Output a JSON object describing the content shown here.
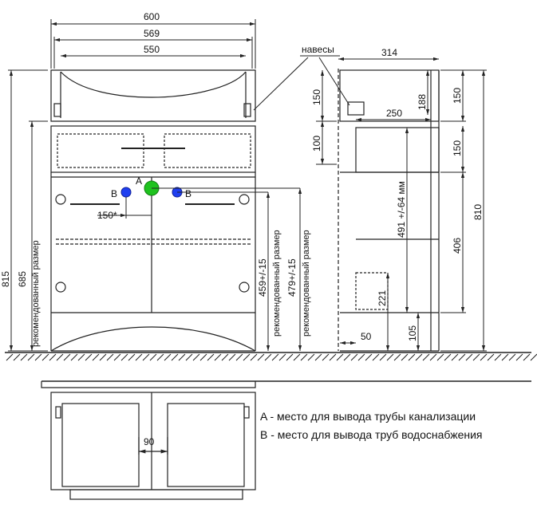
{
  "dimensions": {
    "total_width": "600",
    "inner_width": "569",
    "basin_width": "550",
    "side_depth": "314",
    "side_250": "250",
    "side_188": "188",
    "side_150_top": "150",
    "side_150_mid": "150",
    "side_810": "810",
    "side_406": "406",
    "side_221": "221",
    "side_105": "105",
    "side_50": "50",
    "hole_range": "491 +/-64 мм",
    "hinge_150": "150",
    "hinge_100": "100",
    "front_815": "815",
    "front_685": "685",
    "pipe_offset": "150*",
    "h_459": "459+/-15",
    "h_479": "479+/-15",
    "plan_90": "90"
  },
  "labels": {
    "hinges": "навесы",
    "recommended": "рекомендованный размер",
    "point_a": "A",
    "point_b_left": "B",
    "point_b_right": "B"
  },
  "legend": {
    "a": "A - место для вывода трубы канализации",
    "b": "B - место для вывода труб водоснабжения"
  },
  "colors": {
    "drain_point": "#1ec21e",
    "water_point": "#1f3ff0",
    "line": "#222222"
  }
}
